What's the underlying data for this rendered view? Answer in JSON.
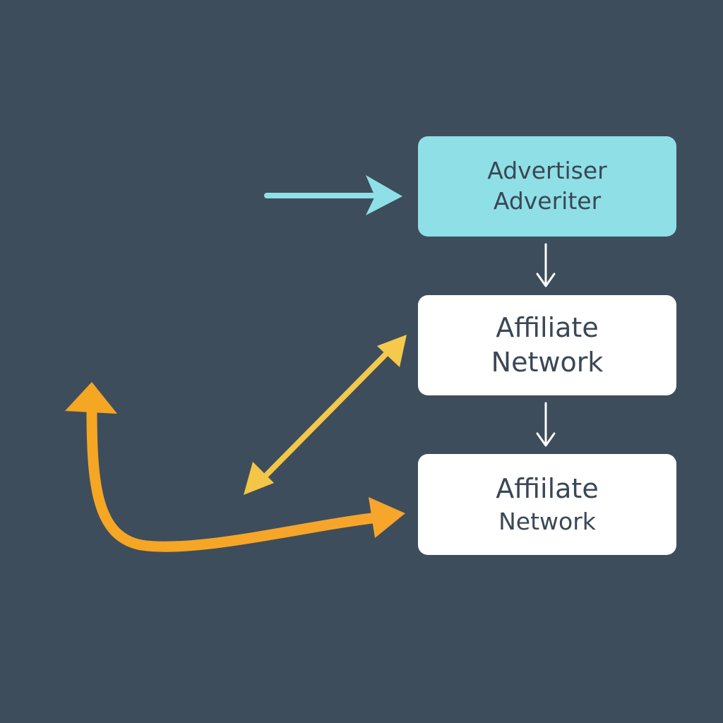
{
  "nodes": {
    "advertiser": {
      "line1": "Advertiser",
      "line2": "Adveriter"
    },
    "affiliate_network_1": {
      "line1": "Affiliate",
      "line2": "Network"
    },
    "affiliate_network_2": {
      "line1": "Affiilate",
      "line2": "Network"
    }
  },
  "colors": {
    "background": "#3e4d5c",
    "advertiser_fill": "#8fdfe6",
    "node_fill": "#ffffff",
    "node_text": "#3a4756",
    "cyan_arrow": "#8fdfe6",
    "white_arrow": "#ffffff",
    "yellow_arrow": "#f2c94c",
    "orange_arrow": "#f5a623"
  }
}
